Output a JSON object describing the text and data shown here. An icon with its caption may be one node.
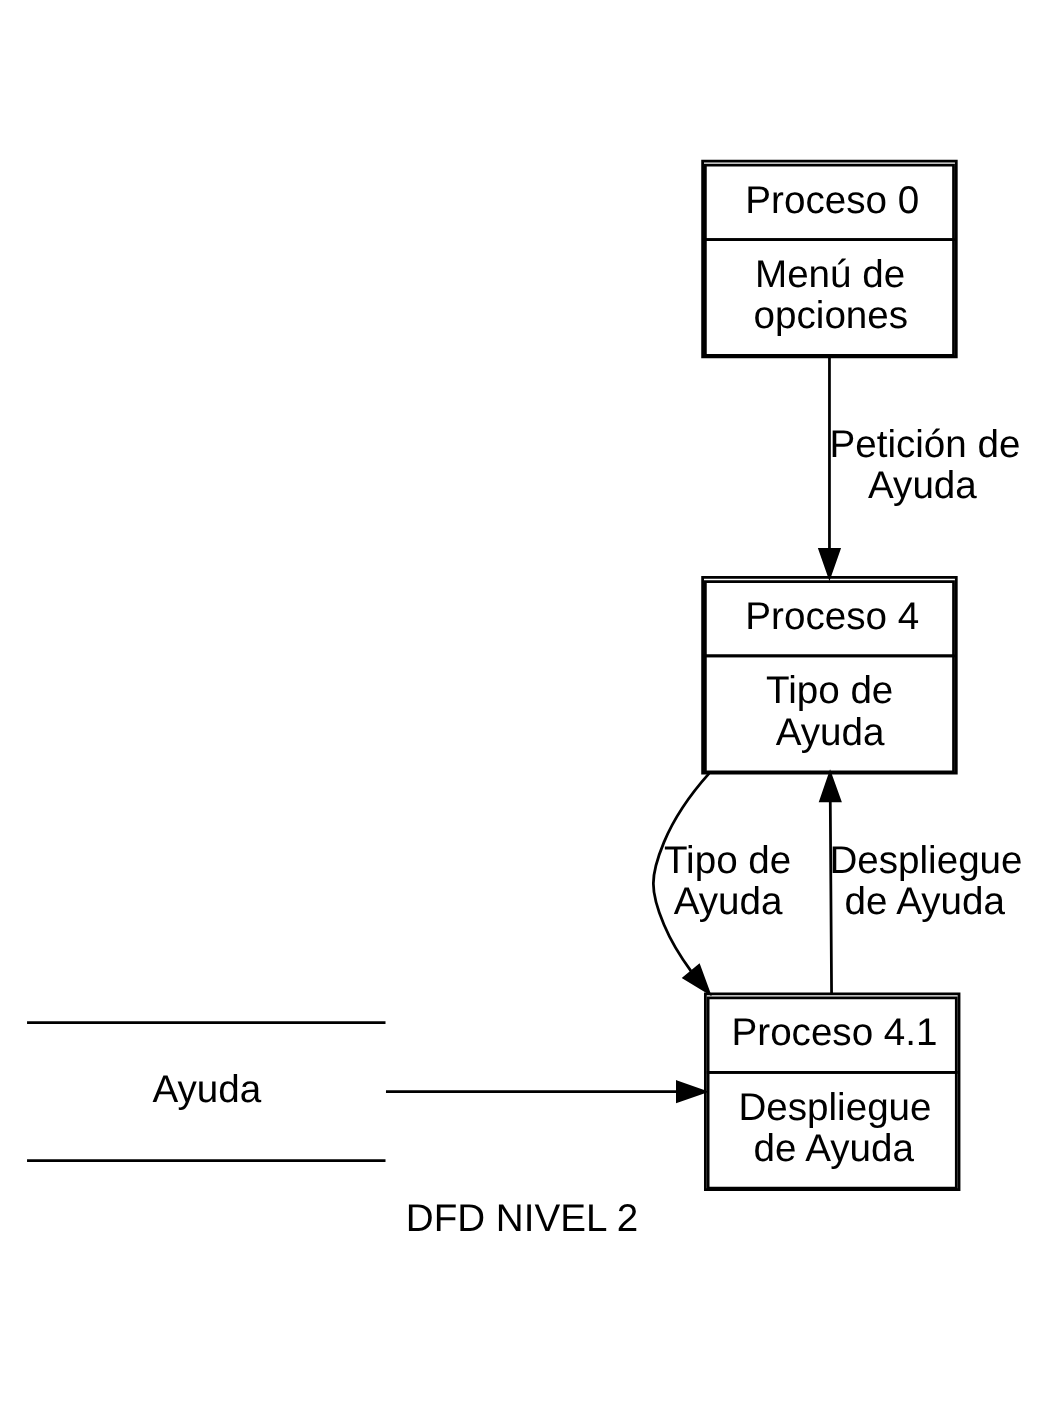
{
  "diagram": {
    "caption": "DFD NIVEL 2",
    "nodes": [
      {
        "text": [
          "Proceso 0",
          "Menú de opciones"
        ]
      },
      {
        "text": [
          "Proceso 4",
          "Tipo de Ayuda"
        ]
      },
      {
        "text": [
          "Proceso 4.1",
          "Despliegue de Ayuda"
        ]
      },
      {
        "text": [
          "Ayuda"
        ]
      }
    ],
    "edges": [
      {
        "from": 0,
        "to": 1,
        "arrow": "to",
        "label": "Petición de Ayuda"
      },
      {
        "from": 2,
        "to": 1,
        "arrow": "to",
        "label": "Despliegue de Ayuda"
      },
      {
        "from": 1,
        "to": 2,
        "arrow": "to",
        "label": "Tipo de Ayuda"
      },
      {
        "from": 3,
        "to": 2,
        "arrow": "to"
      }
    ]
  }
}
